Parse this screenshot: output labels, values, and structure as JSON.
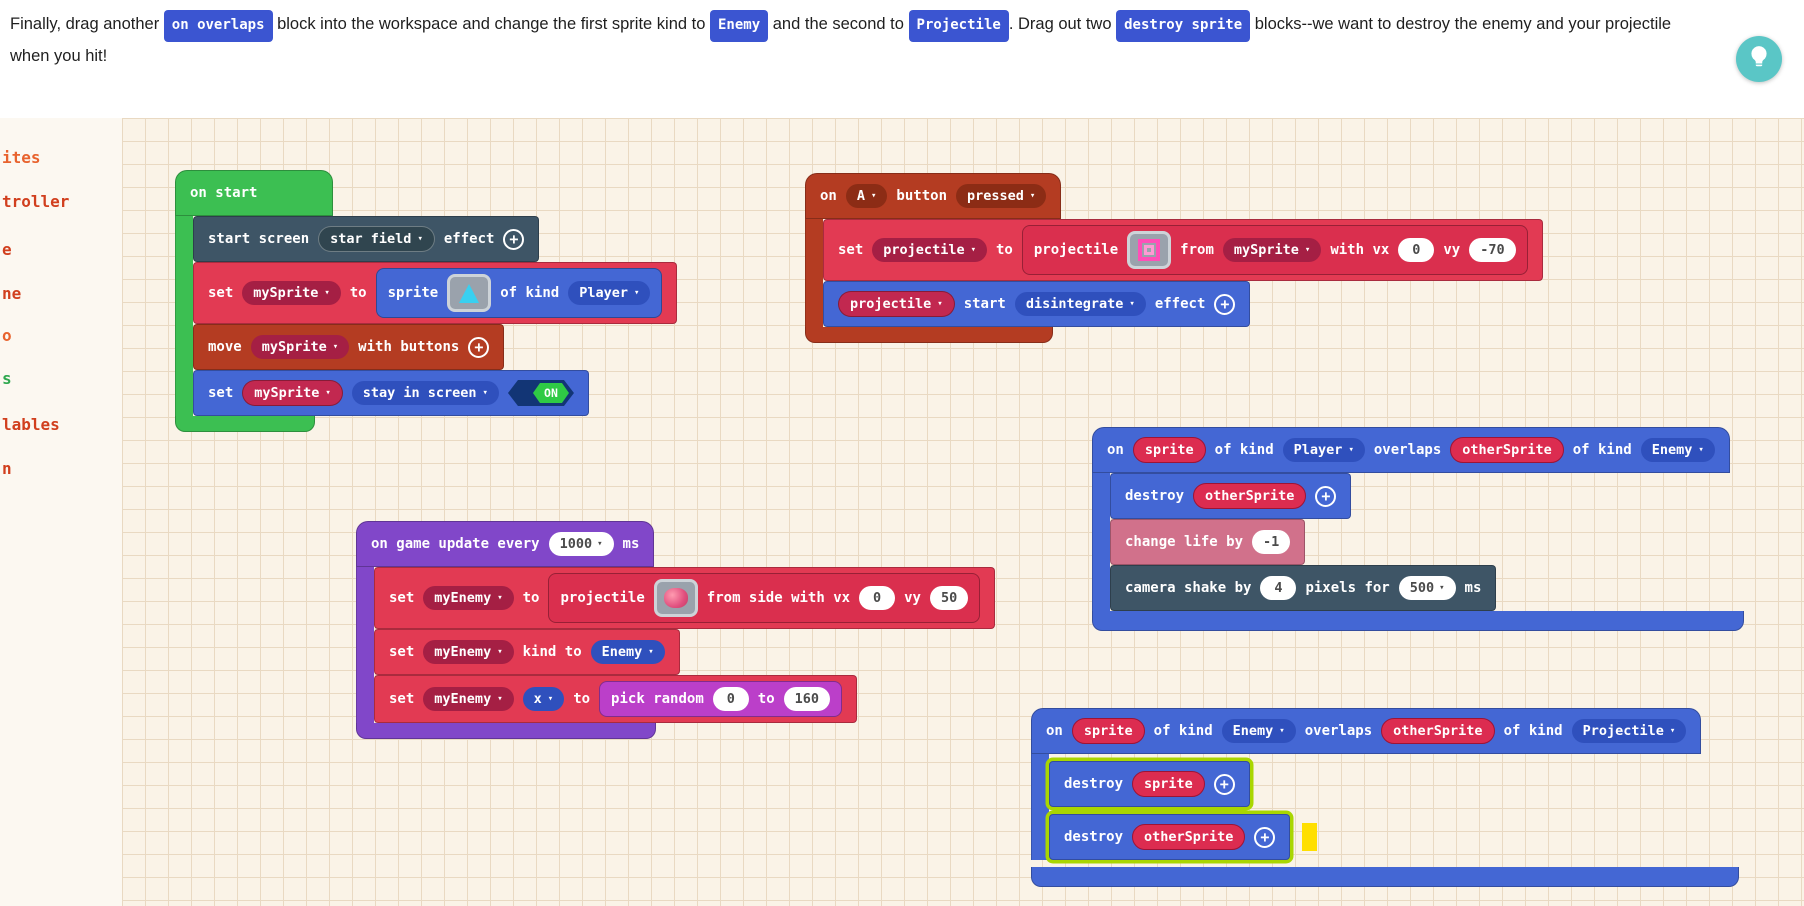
{
  "colors": {
    "code_chip_bg": "#3b55d1",
    "hint_button_teal": "#5ac6c6",
    "on_start_green": "#3cbf52",
    "scene_slate": "#3e5566",
    "sprites_crimson": "#e23a53",
    "controller_burnt": "#b43c22",
    "sprites_blue": "#4467d4",
    "game_purple": "#8147c9",
    "info_salmon": "#d1718b",
    "math_magenta": "#bb3fc9",
    "highlight_green": "#a9d601",
    "insertion_yellow": "#ffdf00",
    "workspace_bg": "#faf3e7"
  },
  "icons": {
    "chevron_down": "▾",
    "plus": "+"
  },
  "header": {
    "instruction": {
      "seg1": "Finally, drag another ",
      "code1": "on overlaps",
      "seg2": " block into the workspace and change the first sprite kind to ",
      "code2": "Enemy",
      "seg3": " and the second to ",
      "code3": "Projectile",
      "seg4": ". Drag out two ",
      "code4": "destroy sprite",
      "seg5": " blocks--we want to destroy the enemy and your projectile when you hit!"
    }
  },
  "sidebar": {
    "items": [
      {
        "label": "ites",
        "color": "#e8632e"
      },
      {
        "label": "troller",
        "color": "#d13f1e"
      },
      {
        "label": "e",
        "color": "#d13f1e"
      },
      {
        "label": "ne",
        "color": "#d13f1e"
      },
      {
        "label": "o",
        "color": "#e8632e"
      },
      {
        "label": "s",
        "color": "#2fa84f"
      },
      {
        "label": "lables",
        "color": "#d13f1e"
      },
      {
        "label": "n",
        "color": "#d13f1e"
      }
    ]
  },
  "stacks": {
    "on_start": {
      "hat_label": "on start",
      "start_screen": {
        "label1": "start screen",
        "dropdown": "star field",
        "label2": "effect"
      },
      "set_sprite": {
        "set": "set",
        "var": "mySprite",
        "to": "to",
        "sprite": "sprite",
        "of_kind": "of kind",
        "kind": "Player"
      },
      "move": {
        "label1": "move",
        "var": "mySprite",
        "label2": "with buttons"
      },
      "stay": {
        "set": "set",
        "var": "mySprite",
        "dropdown": "stay in screen",
        "toggle": "ON"
      }
    },
    "on_button": {
      "on": "on",
      "button_dd": "A",
      "button": "button",
      "event_dd": "pressed",
      "set_projectile": {
        "set": "set",
        "var": "projectile",
        "to": "to",
        "projectile": "projectile",
        "from": "from",
        "from_var": "mySprite",
        "with_vx": "with vx",
        "vx": "0",
        "vy_label": "vy",
        "vy": "-70"
      },
      "start_effect": {
        "var": "projectile",
        "start": "start",
        "effect_dd": "disintegrate",
        "effect": "effect"
      }
    },
    "game_update": {
      "hat1": "on game update every",
      "interval": "1000",
      "hat2": "ms",
      "set_enemy": {
        "set": "set",
        "var": "myEnemy",
        "to": "to",
        "projectile": "projectile",
        "from_side": "from side with vx",
        "vx": "0",
        "vy_label": "vy",
        "vy": "50"
      },
      "set_kind": {
        "set": "set",
        "var": "myEnemy",
        "kind_to": "kind to",
        "kind": "Enemy"
      },
      "set_x": {
        "set": "set",
        "var": "myEnemy",
        "prop": "x",
        "to": "to",
        "pick": "pick random",
        "min": "0",
        "pick_to": "to",
        "max": "160"
      }
    },
    "overlap_player": {
      "on": "on",
      "sprite": "sprite",
      "of_kind1": "of kind",
      "kind1": "Player",
      "overlaps": "overlaps",
      "other": "otherSprite",
      "of_kind2": "of kind",
      "kind2": "Enemy",
      "destroy": {
        "label": "destroy",
        "var": "otherSprite"
      },
      "change_life": {
        "label": "change life by",
        "value": "-1"
      },
      "camera": {
        "label1": "camera shake by",
        "value": "4",
        "label2": "pixels for",
        "duration": "500",
        "label3": "ms"
      }
    },
    "overlap_enemy": {
      "on": "on",
      "sprite": "sprite",
      "of_kind1": "of kind",
      "kind1": "Enemy",
      "overlaps": "overlaps",
      "other": "otherSprite",
      "of_kind2": "of kind",
      "kind2": "Projectile",
      "destroy1": {
        "label": "destroy",
        "var": "sprite"
      },
      "destroy2": {
        "label": "destroy",
        "var": "otherSprite"
      }
    }
  }
}
